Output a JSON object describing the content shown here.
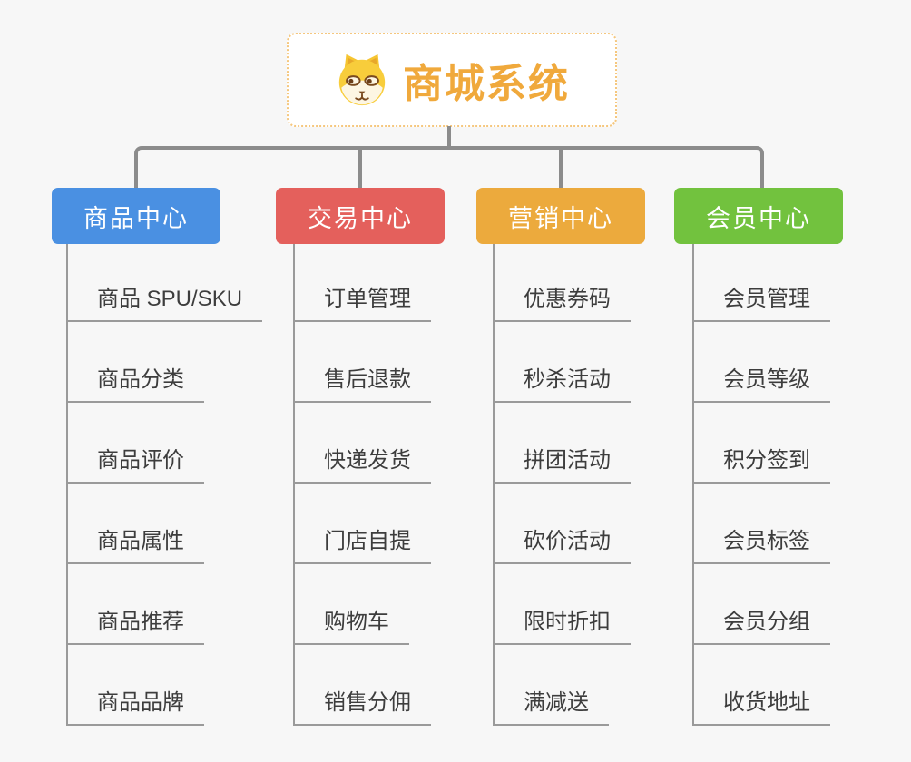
{
  "canvas": {
    "background": "#f7f7f7",
    "connector_color": "#8c8c8c",
    "sub_connector_color": "#9a9a9a"
  },
  "root": {
    "label": "商城系统",
    "icon": "dog-face-icon",
    "text_color": "#f0a93c",
    "border_color": "#f5c77e",
    "background": "#ffffff"
  },
  "branches": [
    {
      "label": "商品中心",
      "color": "#4a90e2",
      "items": [
        "商品 SPU/SKU",
        "商品分类",
        "商品评价",
        "商品属性",
        "商品推荐",
        "商品品牌"
      ]
    },
    {
      "label": "交易中心",
      "color": "#e4605c",
      "items": [
        "订单管理",
        "售后退款",
        "快递发货",
        "门店自提",
        "购物车",
        "销售分佣"
      ]
    },
    {
      "label": "营销中心",
      "color": "#ecaa3d",
      "items": [
        "优惠券码",
        "秒杀活动",
        "拼团活动",
        "砍价活动",
        "限时折扣",
        "满减送"
      ]
    },
    {
      "label": "会员中心",
      "color": "#72c23e",
      "items": [
        "会员管理",
        "会员等级",
        "积分签到",
        "会员标签",
        "会员分组",
        "收货地址"
      ]
    }
  ]
}
